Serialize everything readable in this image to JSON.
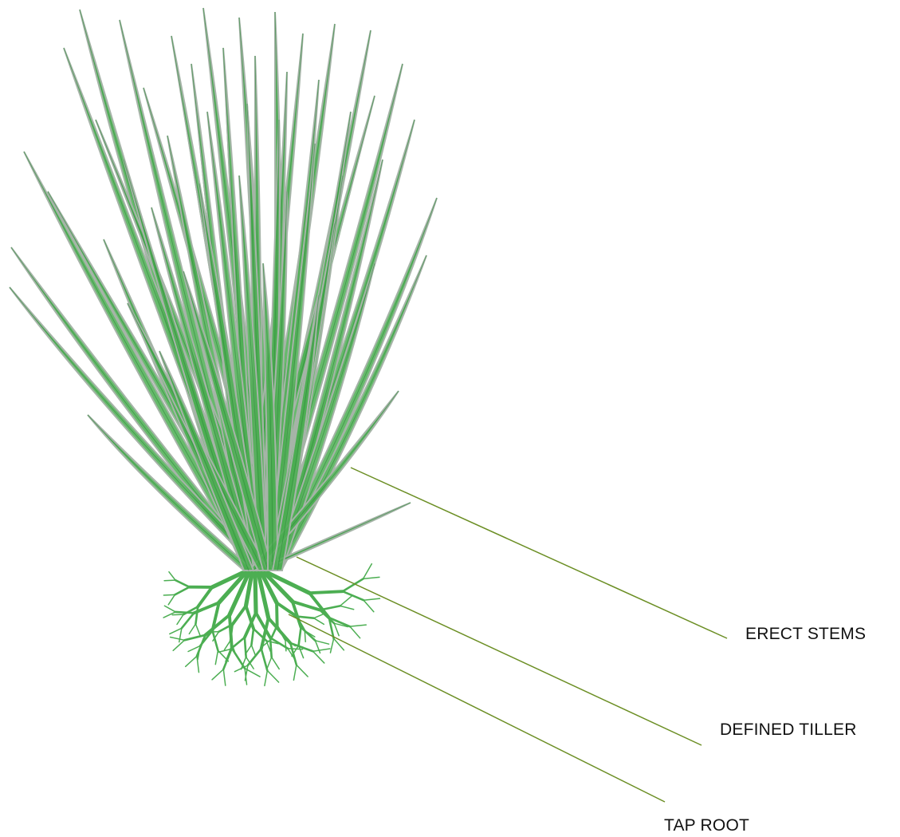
{
  "diagram": {
    "labels": {
      "erect_stems": "ERECT STEMS",
      "defined_tiller": "DEFINED TILLER",
      "tap_root": "TAP ROOT"
    },
    "colors": {
      "leaf_fill": "#4cae52",
      "leaf_edge": "#a6b4a8",
      "leader_line": "#6b8e23",
      "text": "#111111",
      "background": "#ffffff"
    }
  }
}
